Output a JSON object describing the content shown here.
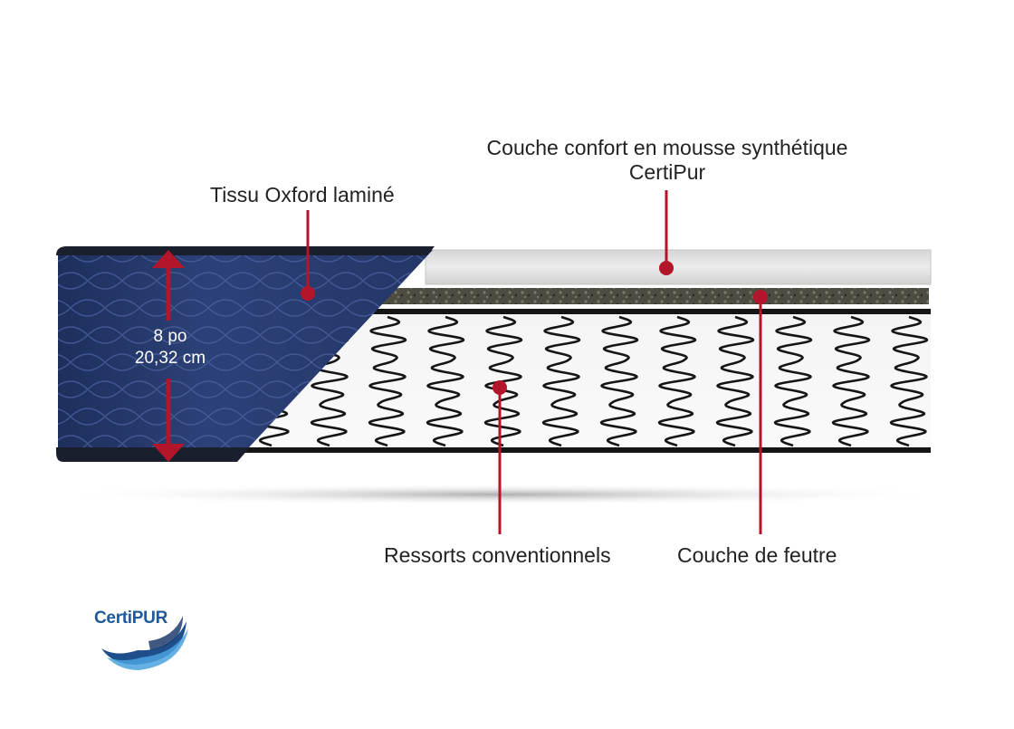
{
  "labels": {
    "tissu": "Tissu Oxford laminé",
    "couche_confort_line1": "Couche confort en mousse synthétique",
    "couche_confort_line2": "CertiPur",
    "ressorts": "Ressorts conventionnels",
    "feutre": "Couche de feutre"
  },
  "dimension": {
    "inches": "8 po",
    "cm": "20,32 cm"
  },
  "logo": {
    "text": "CertiPUR"
  },
  "colors": {
    "callout_red": "#b3162b",
    "fabric_blue": "#263a6e",
    "foam_gray": "#e2e2e2",
    "felt_dark": "#4a4a3e",
    "spring_black": "#151515",
    "logo_blue": "#1e5a9a"
  }
}
